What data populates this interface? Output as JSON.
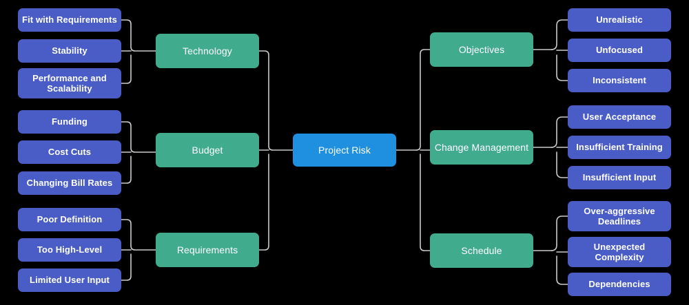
{
  "diagram": {
    "title": "Project Risk",
    "type": "mind-map",
    "colors": {
      "background": "#000000",
      "root": "#1f90e0",
      "branch": "#41ab8e",
      "leaf": "#4a5cc6",
      "connector": "#cccccc",
      "text": "#ffffff"
    },
    "root": {
      "label": "Project Risk"
    },
    "left_branches": [
      {
        "label": "Technology",
        "leaves": [
          {
            "label": "Fit with Requirements"
          },
          {
            "label": "Stability"
          },
          {
            "label": "Performance and\nScalability"
          }
        ]
      },
      {
        "label": "Budget",
        "leaves": [
          {
            "label": "Funding"
          },
          {
            "label": "Cost Cuts"
          },
          {
            "label": "Changing Bill Rates"
          }
        ]
      },
      {
        "label": "Requirements",
        "leaves": [
          {
            "label": "Poor Definition"
          },
          {
            "label": "Too High-Level"
          },
          {
            "label": "Limited User Input"
          }
        ]
      }
    ],
    "right_branches": [
      {
        "label": "Objectives",
        "leaves": [
          {
            "label": "Unrealistic"
          },
          {
            "label": "Unfocused"
          },
          {
            "label": "Inconsistent"
          }
        ]
      },
      {
        "label": "Change Management",
        "leaves": [
          {
            "label": "User Acceptance"
          },
          {
            "label": "Insufficient Training"
          },
          {
            "label": "Insufficient Input"
          }
        ]
      },
      {
        "label": "Schedule",
        "leaves": [
          {
            "label": "Over-aggressive\nDeadlines"
          },
          {
            "label": "Unexpected\nComplexity"
          },
          {
            "label": "Dependencies"
          }
        ]
      }
    ]
  }
}
